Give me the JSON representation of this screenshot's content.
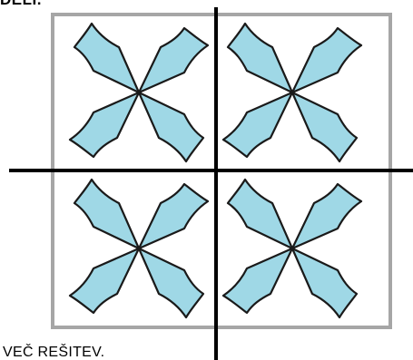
{
  "texts": {
    "top_partial": "DELI.",
    "bottom_partial": "VEČ REŠITEV."
  },
  "colors": {
    "petal_fill": "#9fd8e6",
    "petal_stroke": "#1a1a1a",
    "frame": "#a6a6a6",
    "cut_lines": "#000000",
    "background": "#ffffff"
  },
  "pattern": {
    "tile_count": 4,
    "motif": "four-petal X (bow-tie) shape",
    "cut_lines": "one vertical and one horizontal line dividing the square into four equal parts"
  }
}
